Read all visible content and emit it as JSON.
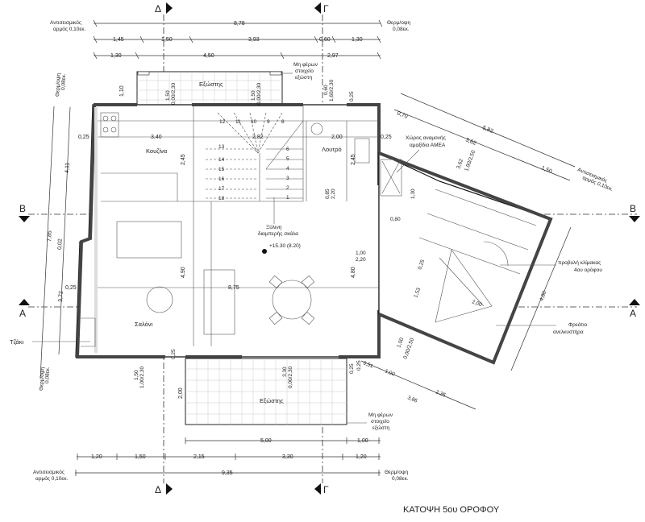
{
  "title": "ΚΑΤΟΨΗ 5ου ΟΡΟΦΟΥ",
  "sections": {
    "delta": "Δ",
    "gamma": "Γ",
    "a": "A",
    "b": "B"
  },
  "notes": {
    "seismic_joint_1": "Αντισεισμικός",
    "seismic_joint_2": "αρμός 0,10εκ.",
    "insulation_1": "Θερμ/οψη",
    "insulation_2": "0,08εκ.",
    "non_bearing_1": "Μη φέρων",
    "non_bearing_2": "στοιχείο",
    "non_bearing_3": "εξώστη",
    "wheelchair_1": "Χώρος αναμονής",
    "wheelchair_2": "αμαξίδιο ΑΜΕΑ",
    "stair_projection_1": "προβολή κλίμακας",
    "stair_projection_2": "4ου ορόφου",
    "elevator_1": "Φρεάτιο",
    "elevator_2": "ανελκυστήρα",
    "stair_1": "Ξύλινη",
    "stair_2": "διαμπερής σκάλα",
    "level": "+15.30 (8.20)",
    "fireplace": "Τζάκι"
  },
  "rooms": {
    "kitchen": "Κουζίνα",
    "bath": "Λουτρό",
    "living": "Σαλόνι",
    "balcony_top": "Εξώστης",
    "balcony_bottom": "Εξώστης"
  },
  "dims": {
    "top_total": "8,78",
    "top_row2": [
      "1,45",
      "1,50",
      "3,93",
      "0,60",
      "1,30"
    ],
    "top_row3": [
      "1,30",
      "4,50",
      "2,97"
    ],
    "bottom_row1": [
      "5,00",
      "1,00"
    ],
    "bottom_row2": [
      "1,20",
      "1,50",
      "2,15",
      "3,30",
      "1,20"
    ],
    "bottom_total": "9,35",
    "left": [
      "7,85",
      "4,11",
      "0,02",
      "3,72",
      "0,25",
      "0,25"
    ],
    "right": [
      "0,70",
      "3,62",
      "5,82",
      "1,50",
      "3,62",
      "1,90/2,50",
      "1,30",
      "0,80",
      "0,25",
      "1,53",
      "2,00",
      "4,80",
      "1,00",
      "0,00/2,50",
      "0,51",
      "1,00",
      "2,35",
      "3,86",
      "0,25"
    ],
    "interior": [
      "3,40",
      "2,82",
      "2,00",
      "0,25",
      "2,45",
      "2,45",
      "4,90",
      "8,75",
      "4,80",
      "1,00",
      "2,20",
      "0,85",
      "2,20",
      "1,10",
      "1,50",
      "0,00/2,30",
      "1,50",
      "0,00/2,30",
      "0,60",
      "1,60/2,30",
      "0,25",
      "1,50",
      "1,00/2,30",
      "3,30",
      "0,00/2,30",
      "2,00",
      "0,25",
      "0,25"
    ]
  },
  "stair_steps": [
    "1",
    "2",
    "3",
    "4",
    "5",
    "6",
    "8",
    "9",
    "10",
    "11",
    "12",
    "13",
    "14",
    "15",
    "16",
    "17",
    "18"
  ]
}
